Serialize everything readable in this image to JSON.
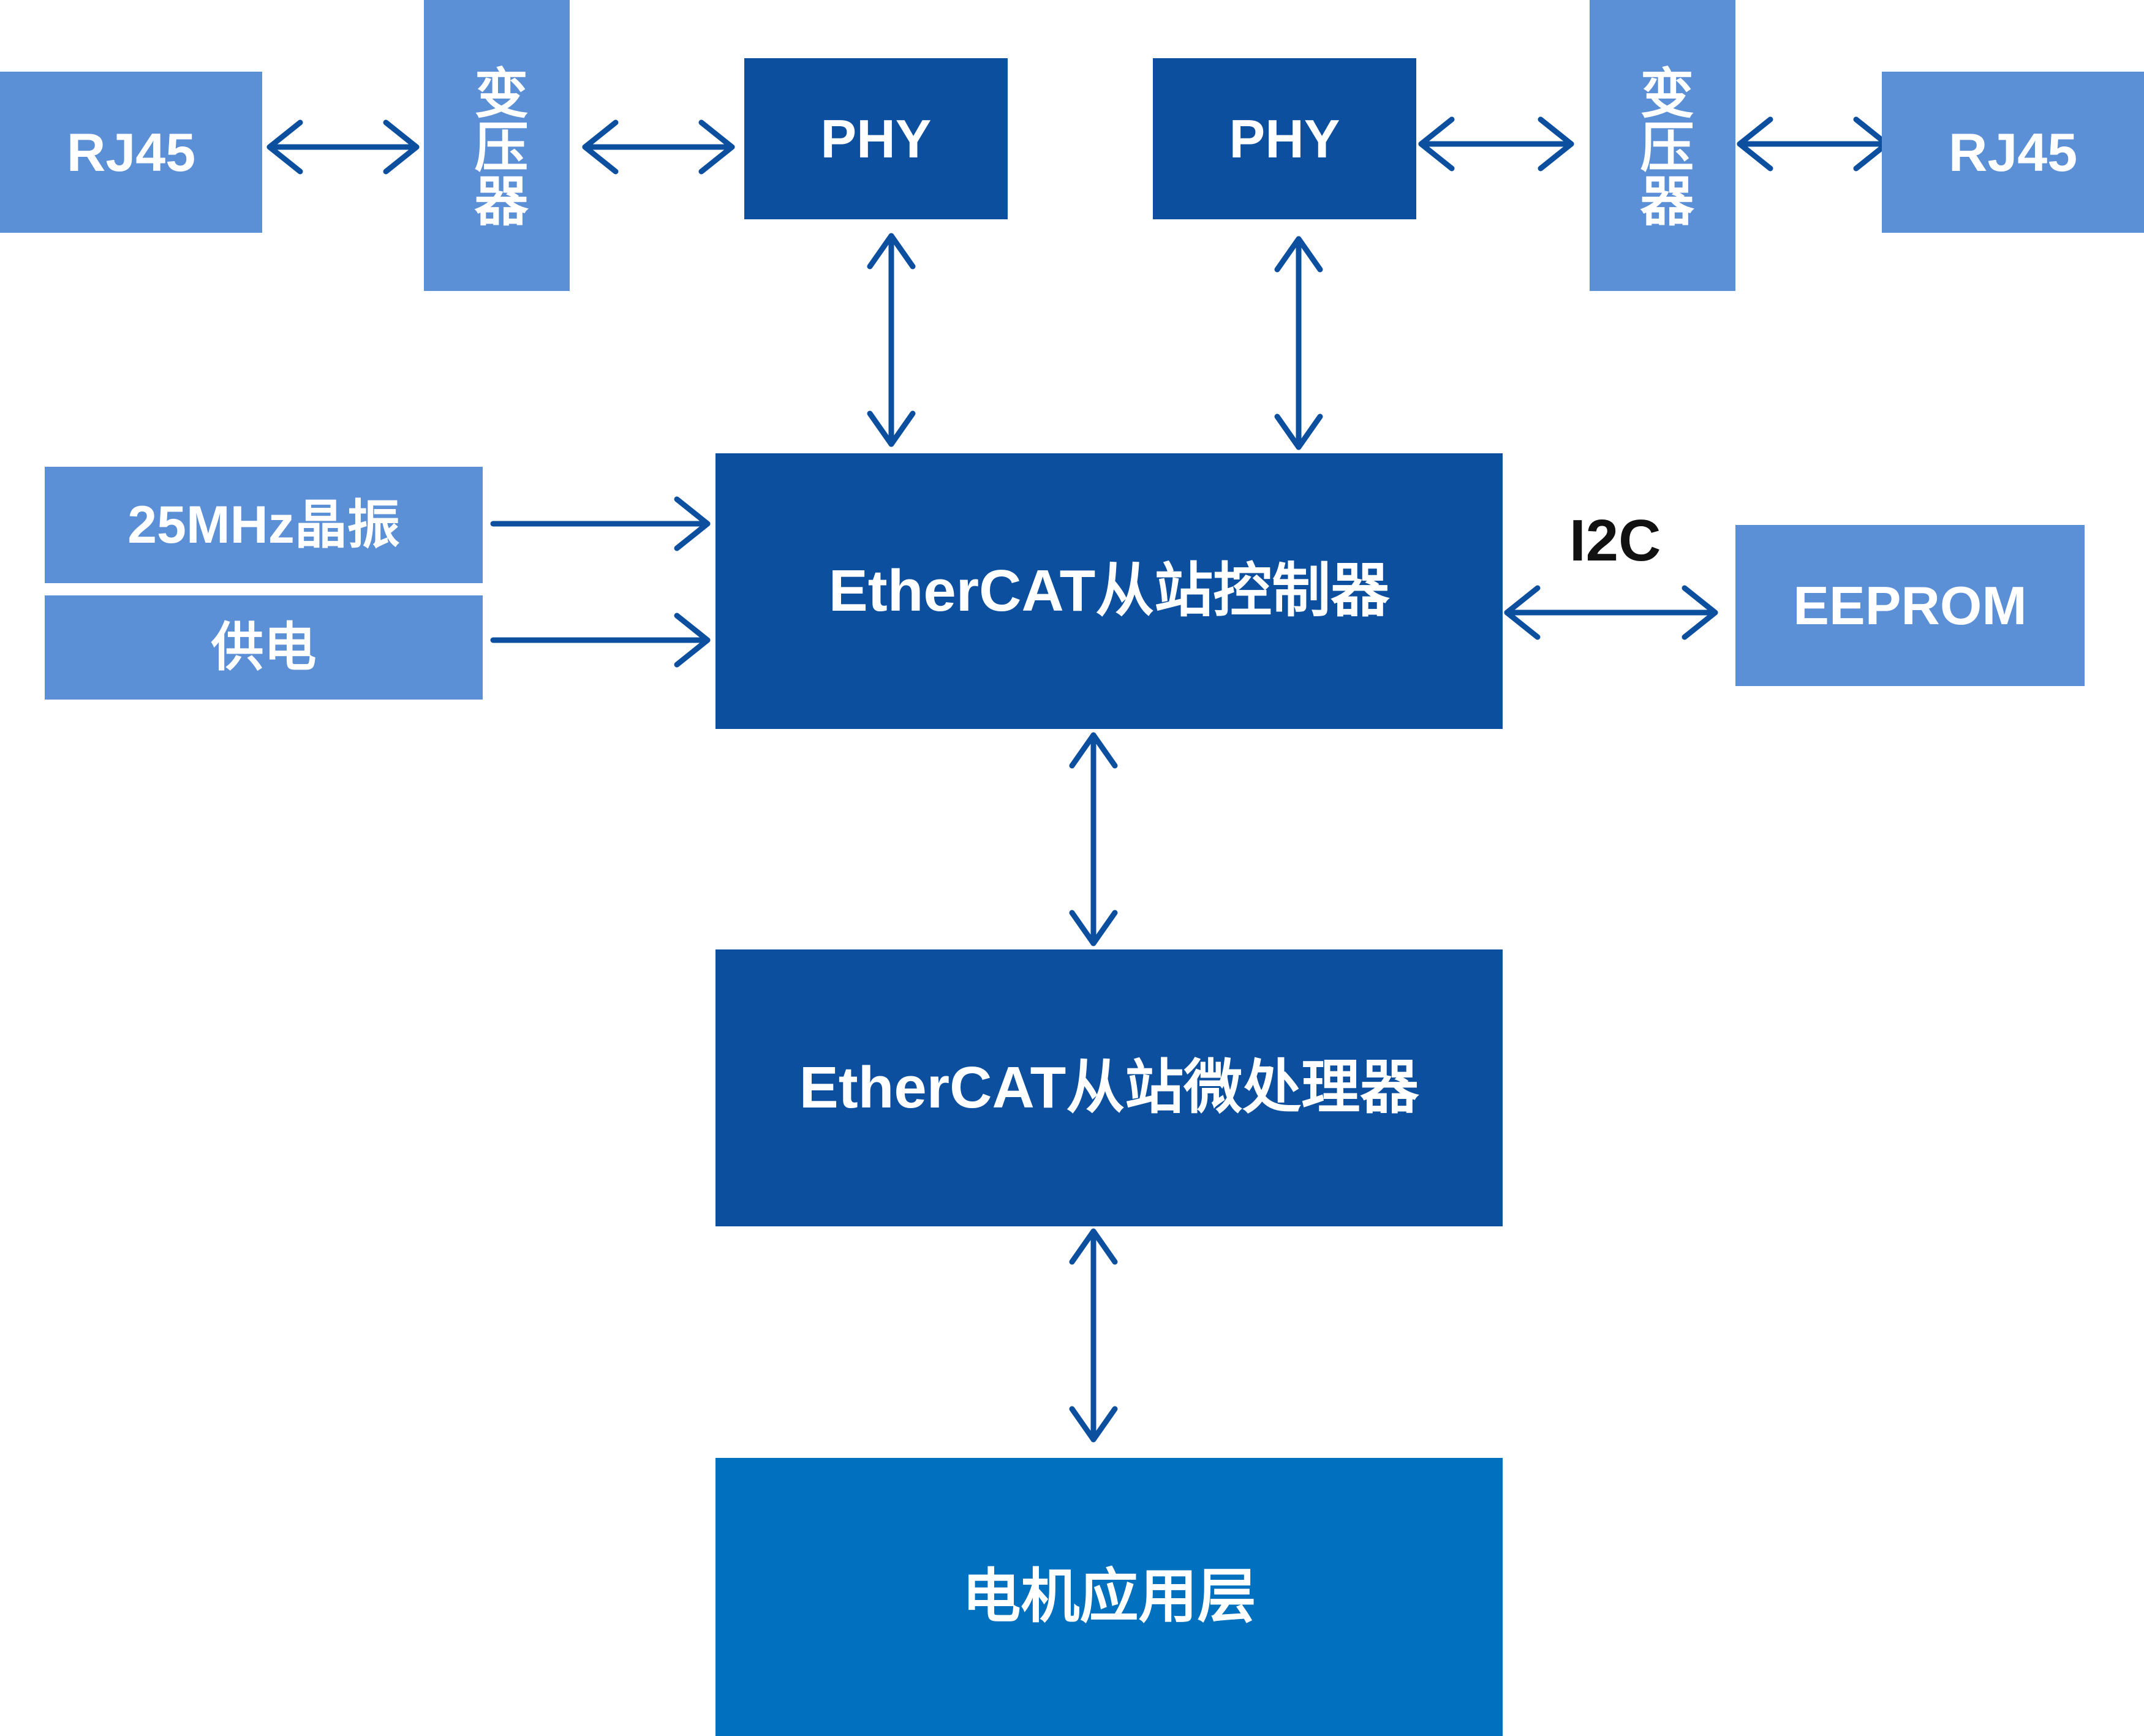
{
  "diagram": {
    "nodes": {
      "rj45_left": "RJ45",
      "transformer_left": "变压器",
      "phy_left": "PHY",
      "phy_right": "PHY",
      "transformer_right": "变压器",
      "rj45_right": "RJ45",
      "crystal": "25MHz晶振",
      "power": "供电",
      "controller": "EtherCAT从站控制器",
      "eeprom": "EEPROM",
      "microprocessor": "EtherCAT从站微处理器",
      "motor_app": "电机应用层"
    },
    "edge_labels": {
      "i2c": "I2C"
    },
    "edges": [
      {
        "from": "rj45_left",
        "to": "transformer_left",
        "direction": "both"
      },
      {
        "from": "transformer_left",
        "to": "phy_left",
        "direction": "both"
      },
      {
        "from": "phy_right",
        "to": "transformer_right",
        "direction": "both"
      },
      {
        "from": "transformer_right",
        "to": "rj45_right",
        "direction": "both"
      },
      {
        "from": "phy_left",
        "to": "controller",
        "direction": "both"
      },
      {
        "from": "phy_right",
        "to": "controller",
        "direction": "both"
      },
      {
        "from": "crystal",
        "to": "controller",
        "direction": "forward"
      },
      {
        "from": "power",
        "to": "controller",
        "direction": "forward"
      },
      {
        "from": "controller",
        "to": "eeprom",
        "direction": "both",
        "label": "I2C"
      },
      {
        "from": "controller",
        "to": "microprocessor",
        "direction": "both"
      },
      {
        "from": "microprocessor",
        "to": "motor_app",
        "direction": "both"
      }
    ],
    "colors": {
      "light_block": "#5b8fd6",
      "dark_block": "#0c4f9e",
      "app_block": "#0070bf",
      "arrow": "#0c4f9e",
      "text": "#ffffff",
      "label": "#111111"
    }
  }
}
